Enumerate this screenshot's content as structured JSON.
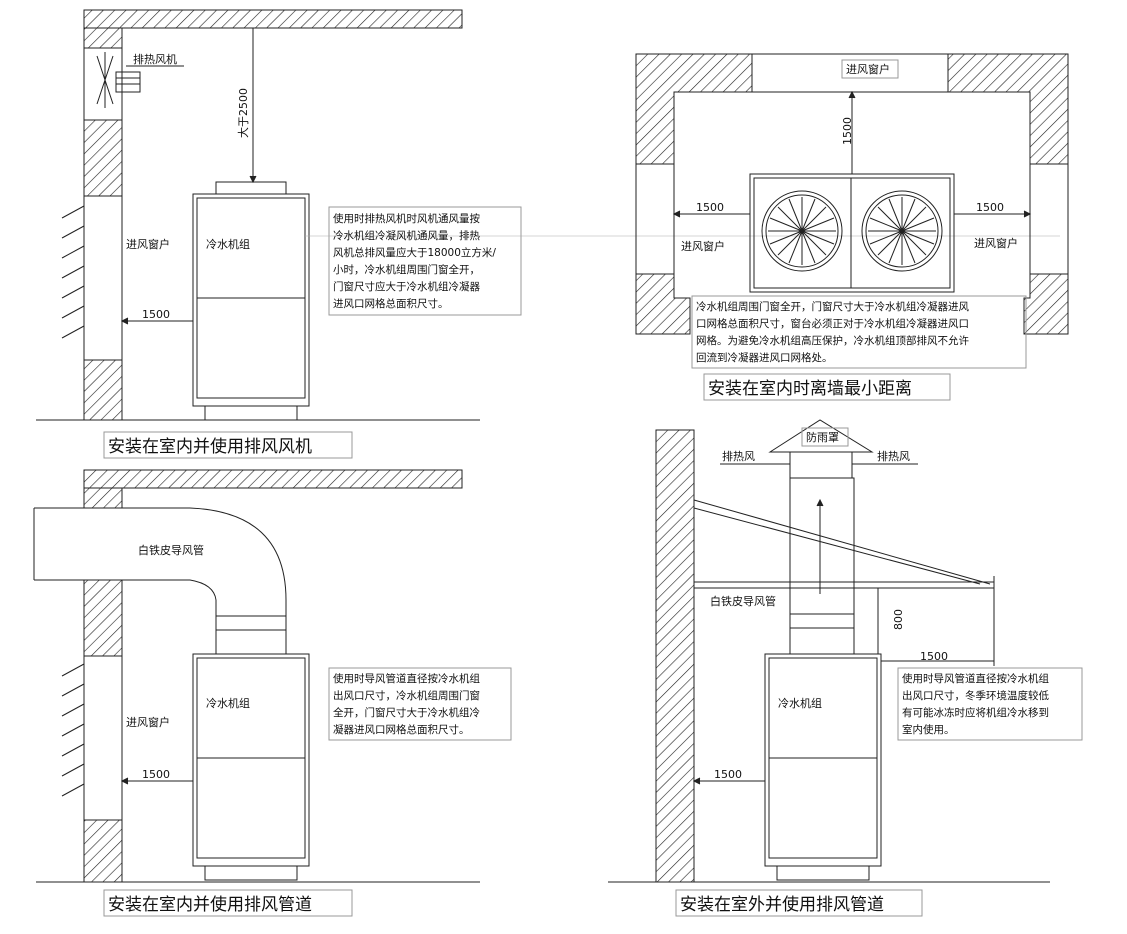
{
  "q1": {
    "exhaust_fan_label": "排热风机",
    "height_label": "大于2500",
    "intake_window_label": "进风窗户",
    "chiller_label": "冷水机组",
    "distance_label": "1500",
    "note": [
      "使用时排热风机时风机通风量按",
      "冷水机组冷凝风机通风量，排热",
      "风机总排风量应大于18000立方米/",
      "小时，冷水机组周围门窗全开，",
      "门窗尺寸应大于冷水机组冷凝器",
      "进风口网格总面积尺寸。"
    ],
    "title": "安装在室内并使用排风风机"
  },
  "q2": {
    "intake_top_label": "进风窗户",
    "top_distance_label": "1500",
    "left_distance_label": "1500",
    "right_distance_label": "1500",
    "intake_left_label": "进风窗户",
    "intake_right_label": "进风窗户",
    "note": [
      "冷水机组周围门窗全开，门窗尺寸大于冷水机组冷凝器进风",
      "口网格总面积尺寸，窗台必须正对于冷水机组冷凝器进风口",
      "网格。为避免冷水机组高压保护，冷水机组顶部排风不允许",
      "回流到冷凝器进风口网格处。"
    ],
    "title": "安装在室内时离墙最小距离"
  },
  "q3": {
    "duct_label": "白铁皮导风管",
    "intake_window_label": "进风窗户",
    "chiller_label": "冷水机组",
    "distance_label": "1500",
    "note": [
      "使用时导风管道直径按冷水机组",
      "出风口尺寸，冷水机组周围门窗",
      "全开，门窗尺寸大于冷水机组冷",
      "凝器进风口网格总面积尺寸。"
    ],
    "title": "安装在室内并使用排风管道"
  },
  "q4": {
    "rain_cap_label": "防雨罩",
    "exhaust_left_label": "排热风",
    "exhaust_right_label": "排热风",
    "duct_label": "白铁皮导风管",
    "height_label": "800",
    "side_distance_label": "1500",
    "chiller_label": "冷水机组",
    "wall_distance_label": "1500",
    "note": [
      "使用时导风管道直径按冷水机组",
      "出风口尺寸，冬季环境温度较低",
      "有可能冰冻时应将机组冷水移到",
      "室内使用。"
    ],
    "title": "安装在室外并使用排风管道"
  }
}
